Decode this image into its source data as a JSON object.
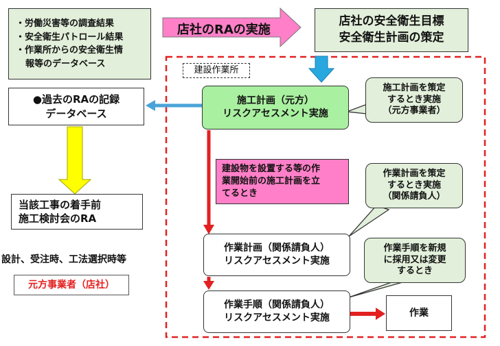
{
  "colors": {
    "green_fill": "#e2efda",
    "bright_green": "#a9f0a0",
    "pink": "#ff80c8",
    "yellow": "#ffff00",
    "blue_arrow": "#29a8e0",
    "red": "#e32020",
    "sky_arrow": "#4aa3d8"
  },
  "top_left_box": {
    "lines": [
      "・労働災害等の調査結果",
      "・安全衛生パトロール結果",
      "・作業所からの安全衛生情",
      "報等のデータベース"
    ]
  },
  "ra_arrow": {
    "label": "店社のRAの実施"
  },
  "goal_box": {
    "lines": [
      "店社の安全衛生目標",
      "安全衛生計画の策定"
    ]
  },
  "site_label": "建設作業所",
  "past_db": {
    "lines": [
      "●過去のRAの記録",
      "データベース"
    ]
  },
  "construction_plan": {
    "lines": [
      "施工計画（元方）",
      "リスクアセスメント実施"
    ]
  },
  "callout_construction": {
    "lines": [
      "施工計画を策定",
      "するとき実施",
      "（元方事業者）"
    ]
  },
  "condition_box": {
    "lines": [
      "建設物を設置する等の作",
      "業開始前の施工計画を立",
      "てるとき"
    ]
  },
  "kickoff_box": {
    "lines": [
      "当該工事の着手前",
      "施工検討会のRA"
    ]
  },
  "design_text": "設計、受注時、工法選択時等",
  "prime_contractor": "元方事業者（店社）",
  "callout_work_plan": {
    "lines": [
      "作業計画を策定",
      "するとき実施",
      "（関係請負人）"
    ]
  },
  "work_plan": {
    "lines": [
      "作業計画（関係請負人）",
      "リスクアセスメント実施"
    ]
  },
  "callout_procedure": {
    "lines": [
      "作業手順を新規",
      "に採用又は変更",
      "するとき"
    ]
  },
  "work_procedure": {
    "lines": [
      "作業手順（関係請負人）",
      "リスクアセスメント実施"
    ]
  },
  "work_box": {
    "label": "作業"
  }
}
